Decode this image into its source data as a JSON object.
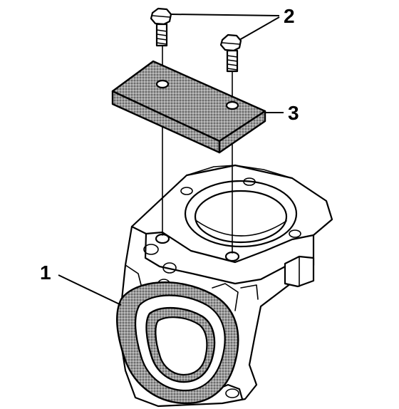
{
  "callouts": {
    "housing": "1",
    "bolts": "2",
    "pad": "3"
  },
  "colors": {
    "ink": "#000000",
    "paper": "#ffffff",
    "stipple": "#8c8c8c"
  }
}
